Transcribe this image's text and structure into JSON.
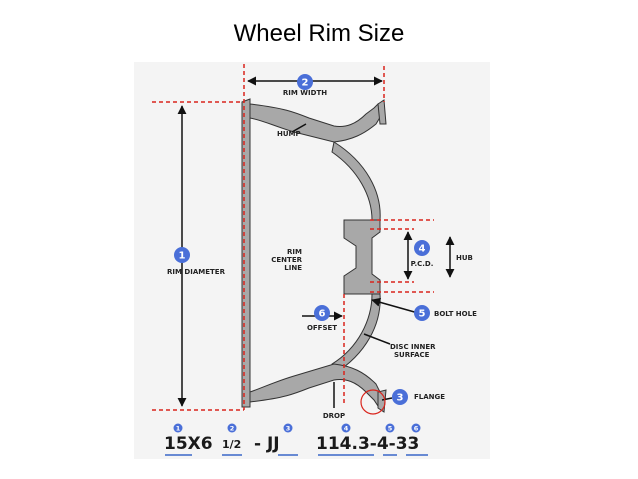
{
  "title": "Wheel Rim Size",
  "diagram": {
    "labels": {
      "rim_diameter": "RIM DIAMETER",
      "rim_width": "RIM WIDTH",
      "hump": "HUMP",
      "rim_center_line_1": "RIM",
      "rim_center_line_2": "CENTER",
      "rim_center_line_3": "LINE",
      "pcd": "P.C.D.",
      "hub": "HUB",
      "bolt_hole": "BOLT HOLE",
      "offset": "OFFSET",
      "disc_inner_surface_1": "DISC INNER",
      "disc_inner_surface_2": "SURFACE",
      "flange": "FLANGE",
      "drop": "DROP"
    },
    "markers": [
      "1",
      "2",
      "3",
      "4",
      "5",
      "6"
    ],
    "size_code": {
      "parts": [
        "15X6",
        "1/2",
        "- JJ",
        "114.3-4-33"
      ],
      "part_numbers": [
        "1",
        "2",
        "3",
        "4",
        "5",
        "6"
      ]
    },
    "colors": {
      "marker": "#4a6fd8",
      "guide_line": "#d9241c",
      "rim_fill": "#a8a8a8",
      "underline": "#3a67c8"
    }
  }
}
